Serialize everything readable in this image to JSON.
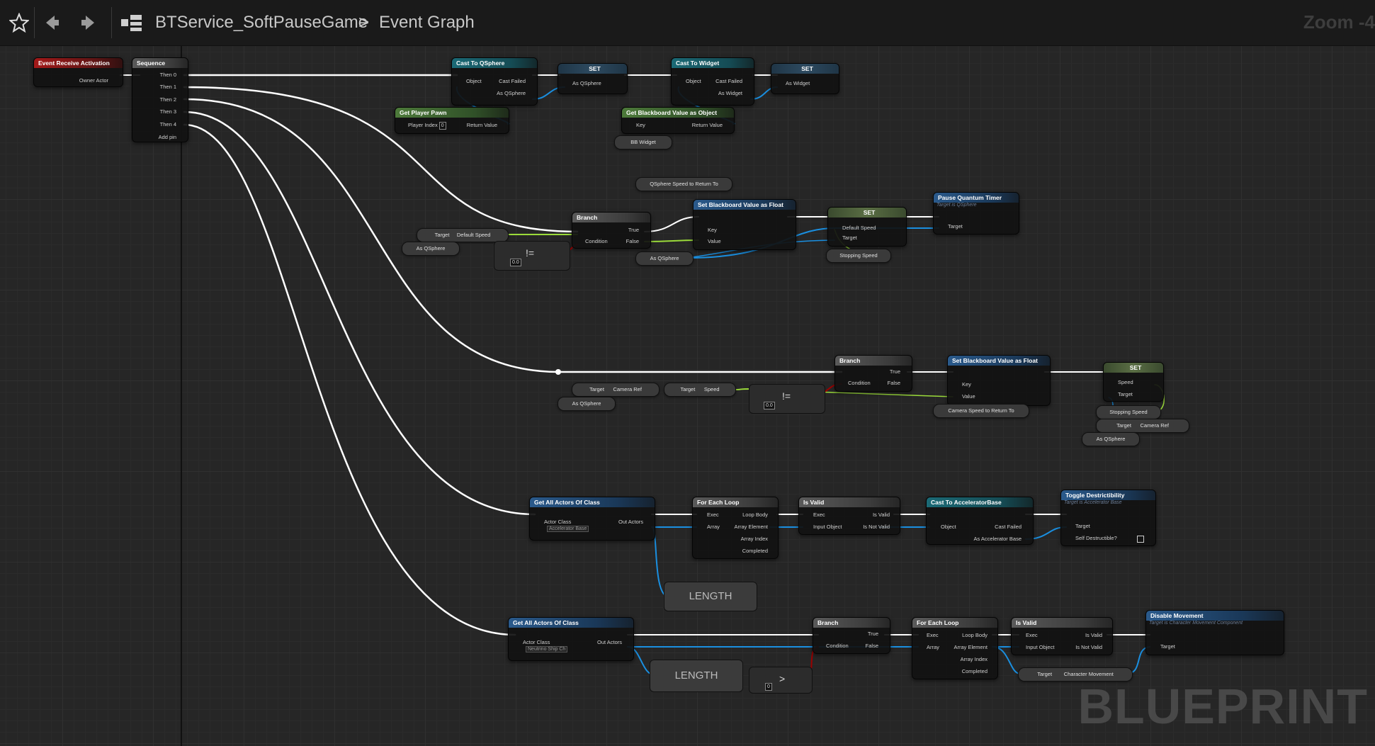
{
  "toolbar": {
    "crumb_root": "BTService_SoftPauseGame",
    "crumb_sep": ">",
    "crumb_current": "Event Graph",
    "zoom": "Zoom -4",
    "icons": [
      "star-icon",
      "back-arrow-icon",
      "forward-arrow-icon",
      "graph-icon"
    ]
  },
  "colors": {
    "exec_wire": "#ffffff",
    "object_wire": "#1a8fe0",
    "float_wire": "#9bdb3a",
    "bool_wire": "#9a0000",
    "event_header": "#a31919",
    "function_header": "#2a5a8c",
    "cast_header": "#1b6a76"
  },
  "nodes": {
    "event": {
      "title": "Event Receive Activation",
      "owner_actor": "Owner Actor"
    },
    "sequence": {
      "title": "Sequence",
      "then0": "Then 0",
      "then1": "Then 1",
      "then2": "Then 2",
      "then3": "Then 3",
      "then4": "Then 4",
      "add_pin": "Add pin"
    },
    "cast1": {
      "title": "Cast To QSphere",
      "object": "Object",
      "cast_failed": "Cast Failed",
      "as_out": "As QSphere"
    },
    "set1": {
      "title": "SET",
      "pin": "As QSphere"
    },
    "cast2": {
      "title": "Cast To Widget",
      "object": "Object",
      "cast_failed": "Cast Failed",
      "as_out": "As Widget"
    },
    "set2": {
      "title": "SET",
      "pin": "As Widget"
    },
    "get_pawn": {
      "title": "Get Player Pawn",
      "player_index": "Player Index",
      "index_value": "0",
      "return_value": "Return Value"
    },
    "get_bb": {
      "title": "Get Blackboard Value as Object",
      "key": "Key",
      "return_value": "Return Value"
    },
    "chip_bb_widget": "BB Widget",
    "chip_qsphere_speed": "QSphere Speed to Return To",
    "branch1": {
      "title": "Branch",
      "true": "True",
      "condition": "Condition",
      "false": "False"
    },
    "getter1": {
      "target": "Target",
      "out": "Default Speed"
    },
    "chip_as_qsphere_1": "As QSphere",
    "neq1": {
      "op": "!=",
      "value": "0.0"
    },
    "setbbf1": {
      "title": "Set Blackboard Value as Float",
      "key": "Key",
      "value": "Value"
    },
    "set3": {
      "title": "SET",
      "default_speed": "Default Speed",
      "target": "Target"
    },
    "chip_stopping_speed_1": "Stopping Speed",
    "chip_as_qsphere_2": "As QSphere",
    "pause_timer": {
      "title": "Pause Quantum Timer",
      "subtitle": "Target is QSphere",
      "target": "Target"
    },
    "branch2": {
      "title": "Branch",
      "true": "True",
      "condition": "Condition",
      "false": "False"
    },
    "getter2": {
      "target": "Target",
      "out": "Camera Ref"
    },
    "getter3": {
      "target": "Target",
      "out": "Speed"
    },
    "chip_as_qsphere_3": "As QSphere",
    "neq2": {
      "op": "!=",
      "value": "0.0"
    },
    "setbbf2": {
      "title": "Set Blackboard Value as Float",
      "key": "Key",
      "value": "Value"
    },
    "chip_camera_speed": "Camera Speed to Return To",
    "set4": {
      "title": "SET",
      "speed": "Speed",
      "target": "Target"
    },
    "chip_stopping_speed_2": "Stopping Speed",
    "getter4": {
      "target": "Target",
      "out": "Camera Ref"
    },
    "chip_as_qsphere_4": "As QSphere",
    "getall1": {
      "title": "Get All Actors Of Class",
      "actor_class": "Actor Class",
      "class_value": "Accelerator Base",
      "out_actors": "Out Actors"
    },
    "foreach1": {
      "title": "For Each Loop",
      "exec": "Exec",
      "array": "Array",
      "loop_body": "Loop Body",
      "array_element": "Array Element",
      "array_index": "Array Index",
      "completed": "Completed"
    },
    "isvalid1": {
      "title": "Is Valid",
      "exec": "Exec",
      "input_object": "Input Object",
      "is_valid": "Is Valid",
      "is_not_valid": "Is Not Valid"
    },
    "cast3": {
      "title": "Cast To AcceleratorBase",
      "object": "Object",
      "cast_failed": "Cast Failed",
      "as_out": "As Accelerator Base"
    },
    "toggle": {
      "title": "Toggle Destrictibility",
      "subtitle": "Target is Accelerator Base",
      "target": "Target",
      "self_destructible": "Self Destructible?"
    },
    "length1": "LENGTH",
    "getall2": {
      "title": "Get All Actors Of Class",
      "actor_class": "Actor Class",
      "class_value": "Neutrino Ship Ch",
      "out_actors": "Out Actors"
    },
    "length2": "LENGTH",
    "gt": {
      "op": ">",
      "value": "0"
    },
    "branch3": {
      "title": "Branch",
      "true": "True",
      "condition": "Condition",
      "false": "False"
    },
    "foreach2": {
      "title": "For Each Loop",
      "exec": "Exec",
      "array": "Array",
      "loop_body": "Loop Body",
      "array_element": "Array Element",
      "array_index": "Array Index",
      "completed": "Completed"
    },
    "isvalid2": {
      "title": "Is Valid",
      "exec": "Exec",
      "input_object": "Input Object",
      "is_valid": "Is Valid",
      "is_not_valid": "Is Not Valid"
    },
    "getter5": {
      "target": "Target",
      "out": "Character Movement"
    },
    "disable": {
      "title": "Disable Movement",
      "subtitle": "Target is Character Movement Component",
      "target": "Target"
    }
  },
  "watermark": "BLUEPRINT"
}
